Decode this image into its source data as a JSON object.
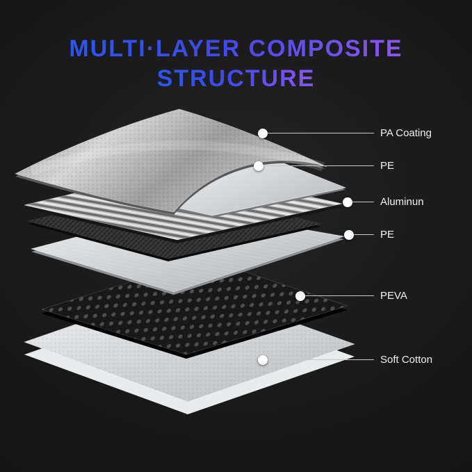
{
  "title": {
    "line1": "MULTI·LAYER COMPOSITE",
    "line2": "STRUCTURE"
  },
  "layers": [
    {
      "label": "PA Coating",
      "appearance": "embossed-silver-film"
    },
    {
      "label": "PE",
      "appearance": "thin-white-film"
    },
    {
      "label": "Aluminun",
      "appearance": "corrugated-metallic-foil"
    },
    {
      "label": "PE",
      "appearance": "light-gray-film"
    },
    {
      "label": "PEVA",
      "appearance": "black-perforated-sheet"
    },
    {
      "label": "Soft Cotton",
      "appearance": "thick-white-padded-sheet"
    }
  ],
  "colors": {
    "background": "#161616",
    "title_gradient_start": "#2a56ef",
    "title_gradient_end": "#8d55f2",
    "callout_dot": "#ffffff",
    "callout_line": "#c9c9c9",
    "label_text": "#f1f1f1"
  }
}
